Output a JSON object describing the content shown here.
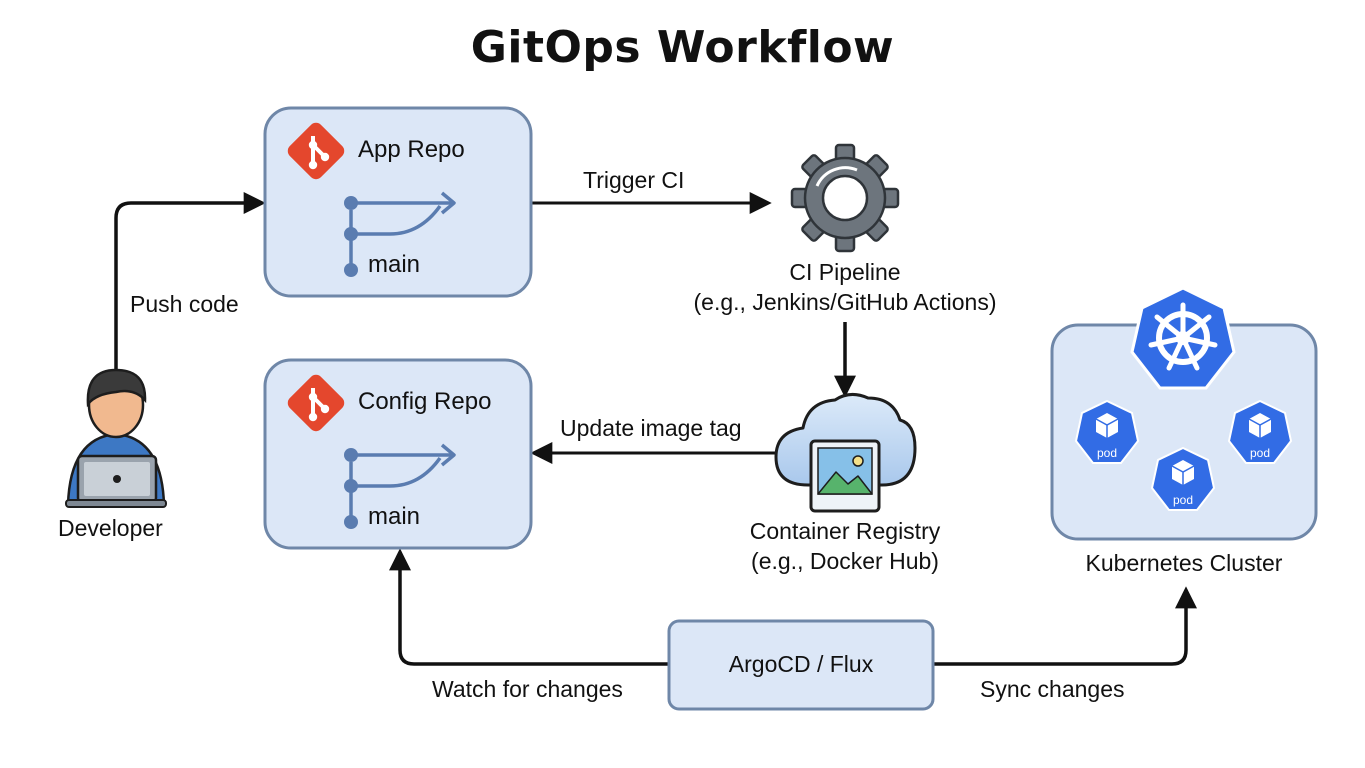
{
  "title": "GitOps Workflow",
  "developer": {
    "label": "Developer"
  },
  "app_repo": {
    "title": "App Repo",
    "branch": "main"
  },
  "config_repo": {
    "title": "Config Repo",
    "branch": "main"
  },
  "ci_pipeline": {
    "line1": "CI Pipeline",
    "line2": "(e.g., Jenkins/GitHub Actions)"
  },
  "registry": {
    "line1": "Container Registry",
    "line2": "(e.g., Docker Hub)"
  },
  "cluster": {
    "label": "Kubernetes Cluster",
    "pods": [
      "pod",
      "pod",
      "pod"
    ]
  },
  "operator": {
    "label": "ArgoCD / Flux"
  },
  "edges": {
    "push_code": "Push code",
    "trigger_ci": "Trigger CI",
    "update_image_tag": "Update image tag",
    "watch_for_changes": "Watch for changes",
    "sync_changes": "Sync changes"
  },
  "colors": {
    "box_fill": "#dce7f7",
    "box_stroke": "#6f87a8",
    "git_orange": "#e4472d",
    "branch_blue": "#5a7cb0",
    "k8s_blue": "#326ce5",
    "gear_gray": "#6d757d",
    "arrow": "#111111"
  }
}
